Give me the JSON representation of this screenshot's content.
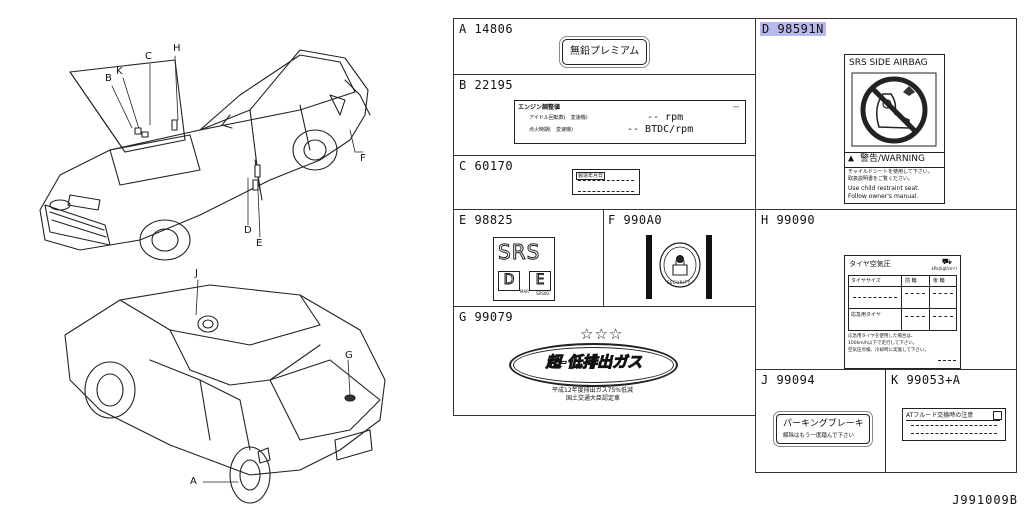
{
  "callouts": {
    "a": "A",
    "b": "B",
    "c": "C",
    "d": "D",
    "e": "E",
    "f": "F",
    "g": "G",
    "h": "H",
    "j": "J",
    "k": "K"
  },
  "cells": {
    "a": {
      "code": "A 14806",
      "text": "無鉛プレミアム"
    },
    "b": {
      "code": "B 22195",
      "title": "エンジン調整値",
      "idle_label": "アイドル回転数(　変速機)",
      "idle_value": "-- rpm",
      "ign_label": "点火時期(　変速機)",
      "ign_value": "-- BTDC/rpm"
    },
    "c": {
      "code": "C 60170",
      "title": "製造年月日"
    },
    "d": {
      "code": "D 98591N",
      "header": "SRS SIDE AIRBAG",
      "warning": "警告/WARNING",
      "jp_line1": "チャイルドシートを使用して下さい。",
      "jp_line2": "取扱説明書をご覧ください。",
      "en_line1": "Use child restraint seat.",
      "en_line2": "Follow owner's manual."
    },
    "e": {
      "code": "E 98825",
      "srs": "SRS",
      "letter_d": "D",
      "letter_e": "E",
      "small_d": "MAR",
      "small_e": "SRS00"
    },
    "f": {
      "code": "F 990A0",
      "badge": "SECURITY"
    },
    "g": {
      "code": "G 99079",
      "stars": "☆☆☆",
      "main": "超-低排出ガス",
      "line1": "平成12年度排出ガス75%低減",
      "line2": "国土交通大臣認定車"
    },
    "h": {
      "code": "H 99090",
      "title": "タイヤ空気圧",
      "unit": "kPa(kgf/cm²)",
      "col1": "タイヤサイズ",
      "col2": "前 輪",
      "col3": "後 輪",
      "spare": "応急用タイヤ",
      "note1": "応急用タイヤを使用した場合は、",
      "note2": "100km/h以下で走行して下さい。",
      "note3": "空気圧点検、冷却時に実施して下さい。"
    },
    "j": {
      "code": "J 99094",
      "line1": "パーキングブレーキ",
      "line2": "解除はもう一度踏んで下さい"
    },
    "k": {
      "code": "K 99053+A",
      "text": "ATフルード交換時の注意"
    }
  },
  "footer": {
    "part_ref": "J991009B"
  }
}
